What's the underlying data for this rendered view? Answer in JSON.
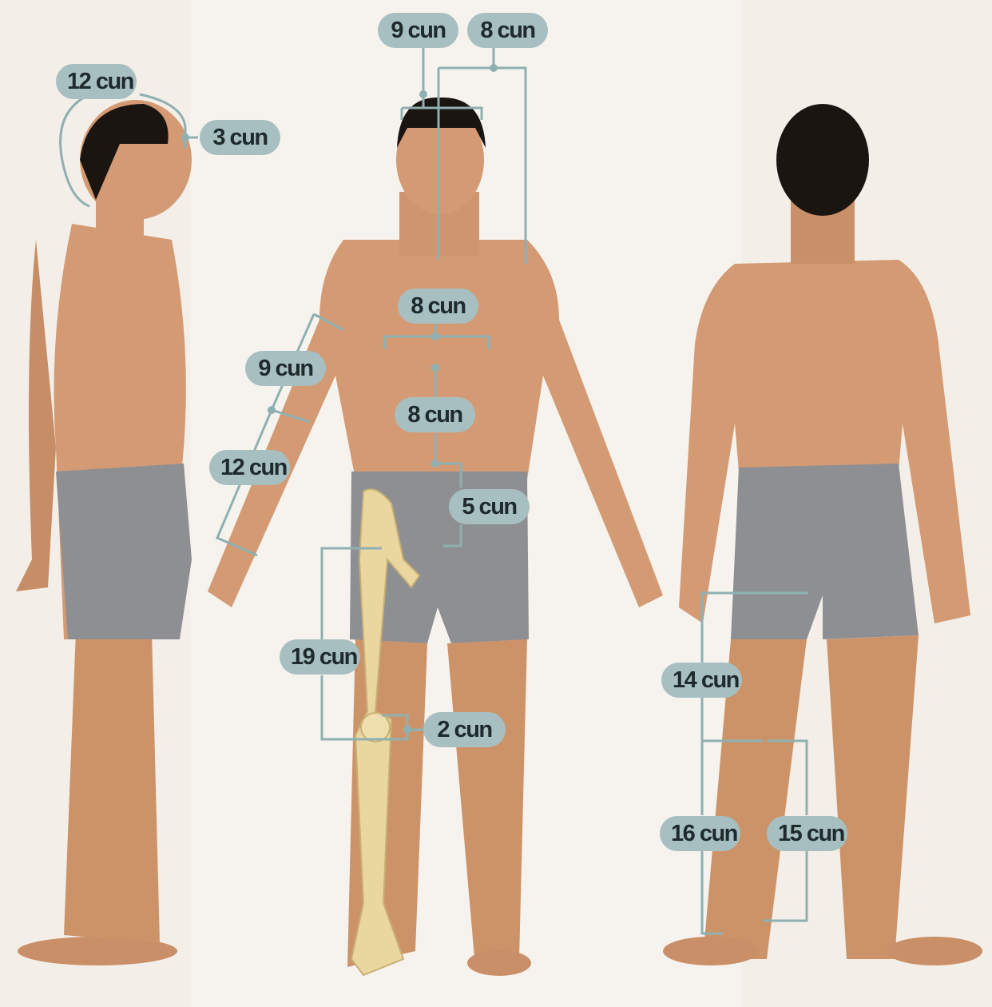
{
  "colors": {
    "background": "#f3efe8",
    "pill": "#a7bfc0",
    "pill_text": "#1e2a2c",
    "leader_line": "#8fb0b1",
    "skin": "#d39a73",
    "shorts": "#8e8f92",
    "hair": "#1b1511",
    "bone": "#ead7a0"
  },
  "labels": {
    "head_top_9": "9 cun",
    "head_top_8": "8 cun",
    "head_circumference_12": "12 cun",
    "hairline_3": "3 cun",
    "nipples_8": "8 cun",
    "sternum_navel_8": "8 cun",
    "upper_arm_9": "9 cun",
    "forearm_12": "12 cun",
    "navel_pubis_5": "5 cun",
    "thigh_19": "19 cun",
    "knee_2": "2 cun",
    "thigh_back_14": "14 cun",
    "lower_leg_16": "16 cun",
    "lower_leg_15": "15 cun"
  }
}
